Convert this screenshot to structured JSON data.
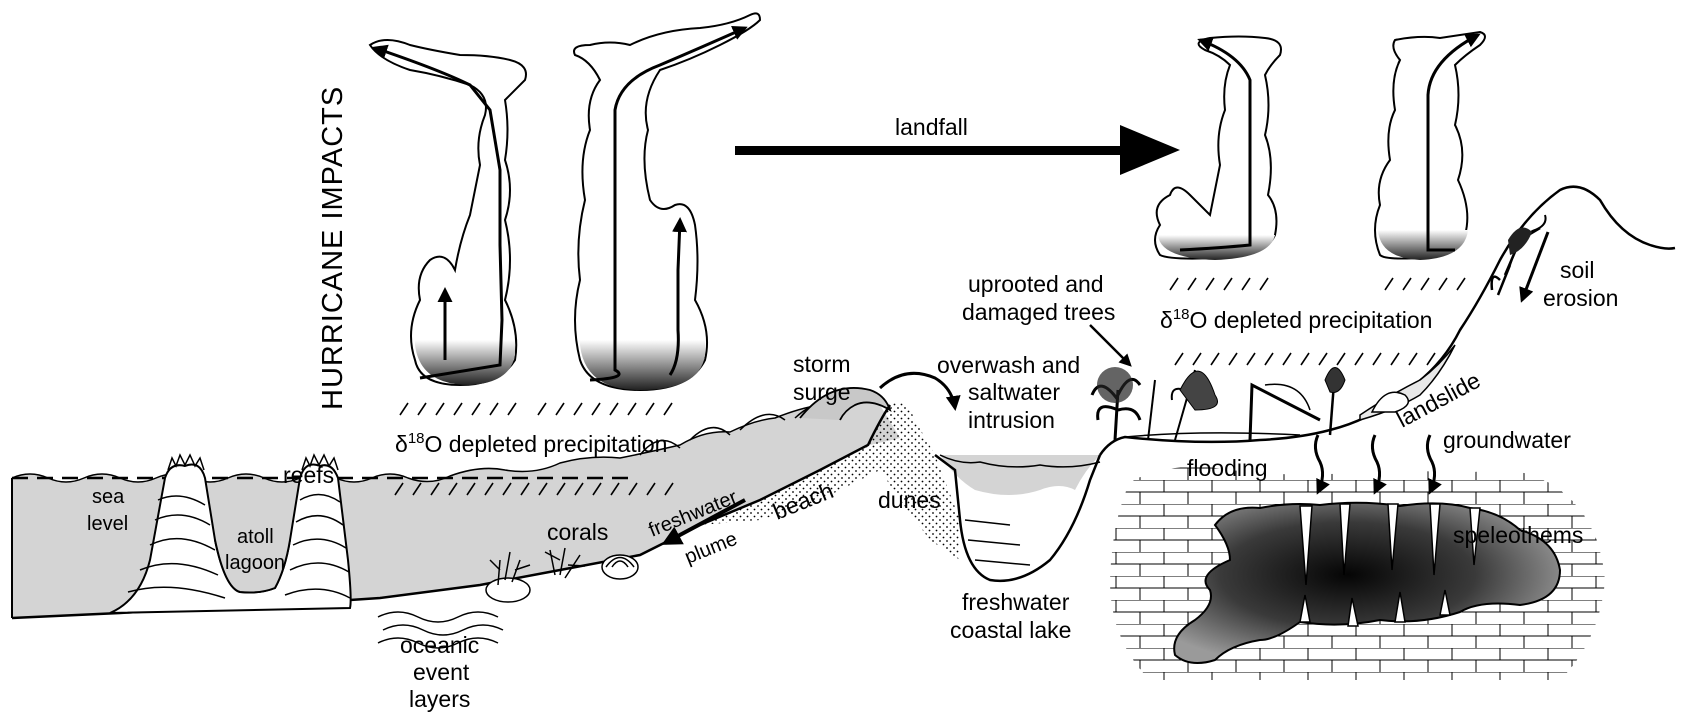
{
  "title": "HURRICANE IMPACTS",
  "labels": {
    "landfall": "landfall",
    "precip_left_pre": "δ",
    "precip_left_sup": "18",
    "precip_left_post": "O depleted precipitation",
    "precip_right_pre": "δ",
    "precip_right_sup": "18",
    "precip_right_post": "O depleted precipitation",
    "sea": "sea",
    "level": "level",
    "reefs": "reefs",
    "atoll": "atoll",
    "lagoon": "lagoon",
    "corals": "corals",
    "freshwater": "freshwater",
    "plume": "plume",
    "beach": "beach",
    "dunes": "dunes",
    "storm": "storm",
    "surge": "surge",
    "overwash_1": "overwash and",
    "overwash_2": "saltwater",
    "overwash_3": "intrusion",
    "oceanic_1": "oceanic",
    "oceanic_2": "event",
    "oceanic_3": "layers",
    "lake_1": "freshwater",
    "lake_2": "coastal lake",
    "trees_1": "uprooted and",
    "trees_2": "damaged trees",
    "flooding": "flooding",
    "groundwater": "groundwater",
    "landslide": "landslide",
    "soil": "soil",
    "erosion": "erosion",
    "speleothems": "speleothems"
  },
  "colors": {
    "sea_fill": "#d4d4d4",
    "ink": "#000000",
    "cave_dark": "#111111",
    "cave_light": "#8a8a8a"
  }
}
